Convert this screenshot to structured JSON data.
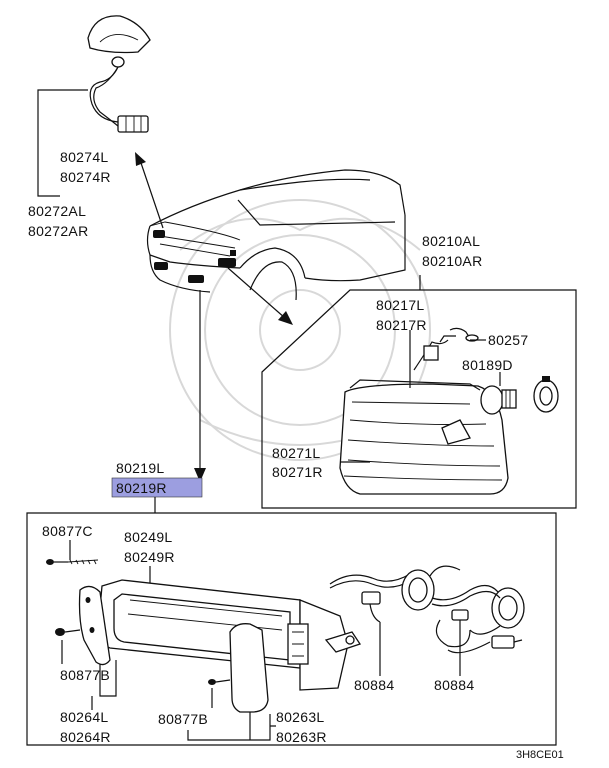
{
  "diagram_code": "3H8CE01",
  "labels": {
    "l_80274L": "80274L",
    "l_80274R": "80274R",
    "l_80272AL": "80272AL",
    "l_80272AR": "80272AR",
    "l_80210AL": "80210AL",
    "l_80210AR": "80210AR",
    "l_80217L": "80217L",
    "l_80217R": "80217R",
    "l_80257": "80257",
    "l_80189D": "80189D",
    "l_80271L": "80271L",
    "l_80271R": "80271R",
    "l_80219L": "80219L",
    "l_80219R": "80219R",
    "l_80877C": "80877C",
    "l_80249L": "80249L",
    "l_80249R": "80249R",
    "l_80877B_a": "80877B",
    "l_80264L": "80264L",
    "l_80264R": "80264R",
    "l_80877B_b": "80877B",
    "l_80263L": "80263L",
    "l_80263R": "80263R",
    "l_80884_a": "80884",
    "l_80884_b": "80884"
  },
  "highlight": {
    "part": "80219R",
    "color": "#9c9ee0"
  }
}
